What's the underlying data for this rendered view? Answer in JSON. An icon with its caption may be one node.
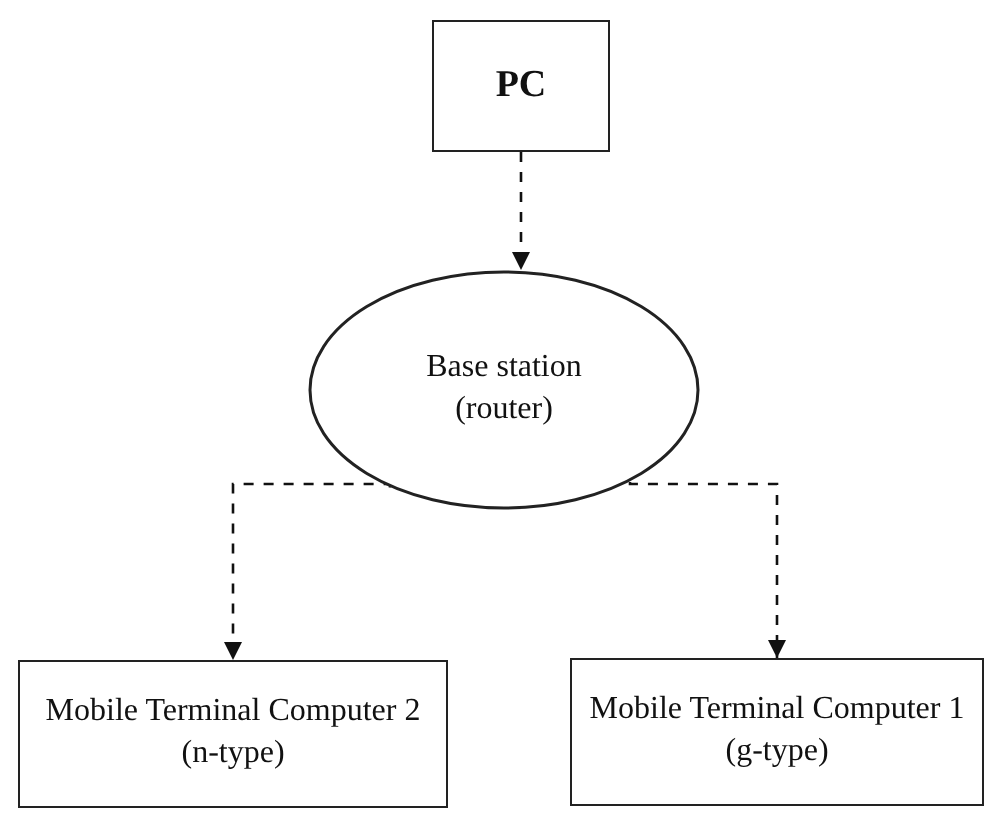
{
  "diagram": {
    "nodes": [
      {
        "text": [
          "PC"
        ]
      },
      {
        "text": [
          "Base station (router)"
        ]
      },
      {
        "text": [
          "Mobile Terminal Computer 2 (n-type)"
        ]
      },
      {
        "text": [
          "Mobile Terminal Computer 1 (g-type)"
        ]
      }
    ],
    "edges": [
      {
        "from": 0,
        "to": 1,
        "arrow": "to",
        "style": "dashed"
      },
      {
        "from": 1,
        "to": 2,
        "arrow": "to",
        "style": "dashed"
      },
      {
        "from": 1,
        "to": 3,
        "arrow": "to",
        "style": "dashed"
      }
    ]
  }
}
